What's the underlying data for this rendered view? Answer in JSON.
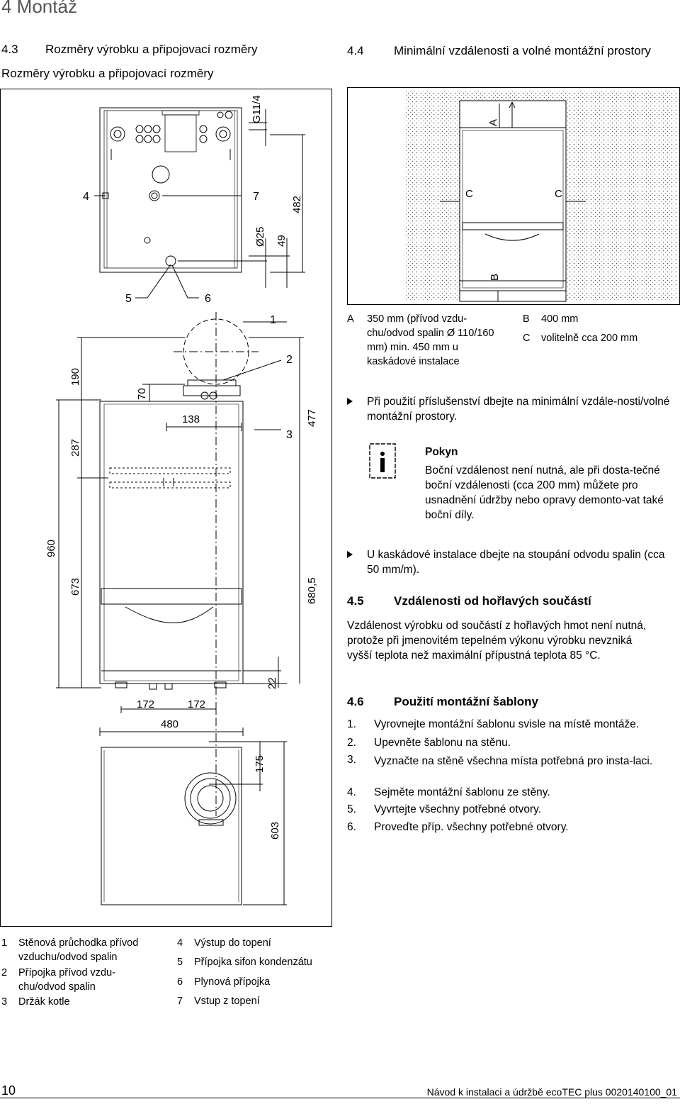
{
  "chapter": "4 Montáž",
  "left": {
    "section_num": "4.3",
    "section_title": "Rozměry výrobku a připojovací rozměry",
    "figure_caption": "Rozměry výrobku a připojovací rozměry",
    "dims": {
      "g114": "G11/4",
      "d482": "482",
      "d25": "Ø25",
      "d49": "49",
      "l4": "4",
      "l7": "7",
      "l5": "5",
      "l6": "6",
      "l1": "1",
      "l2": "2",
      "l3": "3",
      "d190": "190",
      "d70": "70",
      "d138": "138",
      "d477": "477",
      "d287": "287",
      "d960": "960",
      "d673": "673",
      "d680": "680,5",
      "d22": "22",
      "d172a": "172",
      "d172b": "172",
      "d480": "480",
      "d175": "175",
      "d603": "603"
    }
  },
  "right": {
    "section_num": "4.4",
    "section_title": "Minimální vzdálenosti a volné montážní prostory",
    "fig_labels": {
      "a": "A",
      "b": "B",
      "c1": "C",
      "c2": "C"
    },
    "defs": [
      {
        "key": "A",
        "text": "350 mm (přívod vzdu-chu/odvod spalin Ø 110/160 mm) min. 450 mm u kaskádové instalace"
      },
      {
        "key": "B",
        "text": "400 mm"
      },
      {
        "key": "C",
        "text": "volitelně cca 200 mm"
      }
    ],
    "bullet1": "Při použití příslušenství dbejte na minimální vzdále-nosti/volné montážní prostory.",
    "note_title": "Pokyn",
    "note_text": "Boční vzdálenost není nutná, ale při dosta-tečné boční vzdálenosti (cca 200 mm) můžete pro usnadnění údržby nebo opravy demonto-vat také boční díly.",
    "bullet2": "U kaskádové instalace dbejte na stoupání odvodu spalin (cca 50 mm/m).",
    "s45_num": "4.5",
    "s45_title": "Vzdálenosti od hořlavých součástí",
    "s45_text": "Vzdálenost výrobku od součástí z hořlavých hmot není nutná, protože při jmenovitém tepelném výkonu výrobku nevzniká vyšší teplota než maximální přípustná teplota 85 °C.",
    "s46_num": "4.6",
    "s46_title": "Použití montážní šablony",
    "steps": [
      {
        "n": "1.",
        "t": "Vyrovnejte montážní šablonu svisle na místě montáže."
      },
      {
        "n": "2.",
        "t": "Upevněte šablonu na stěnu."
      },
      {
        "n": "3.",
        "t": "Vyznačte na stěně všechna místa potřebná pro insta-laci."
      },
      {
        "n": "4.",
        "t": "Sejměte montážní šablonu ze stěny."
      },
      {
        "n": "5.",
        "t": "Vyvrtejte všechny potřebné otvory."
      },
      {
        "n": "6.",
        "t": "Proveďte příp. všechny potřebné otvory."
      }
    ]
  },
  "legend": [
    {
      "n": "1",
      "t": "Stěnová průchodka přívod vzduchu/odvod spalin"
    },
    {
      "n": "2",
      "t": "Přípojka přívod vzdu-chu/odvod spalin"
    },
    {
      "n": "3",
      "t": "Držák kotle"
    },
    {
      "n": "4",
      "t": "Výstup do topení"
    },
    {
      "n": "5",
      "t": "Přípojka sifon kondenzátu"
    },
    {
      "n": "6",
      "t": "Plynová přípojka"
    },
    {
      "n": "7",
      "t": "Vstup z topení"
    }
  ],
  "footer": {
    "page": "10",
    "doc": "Návod k instalaci a údržbě ecoTEC plus 0020140100_01"
  }
}
